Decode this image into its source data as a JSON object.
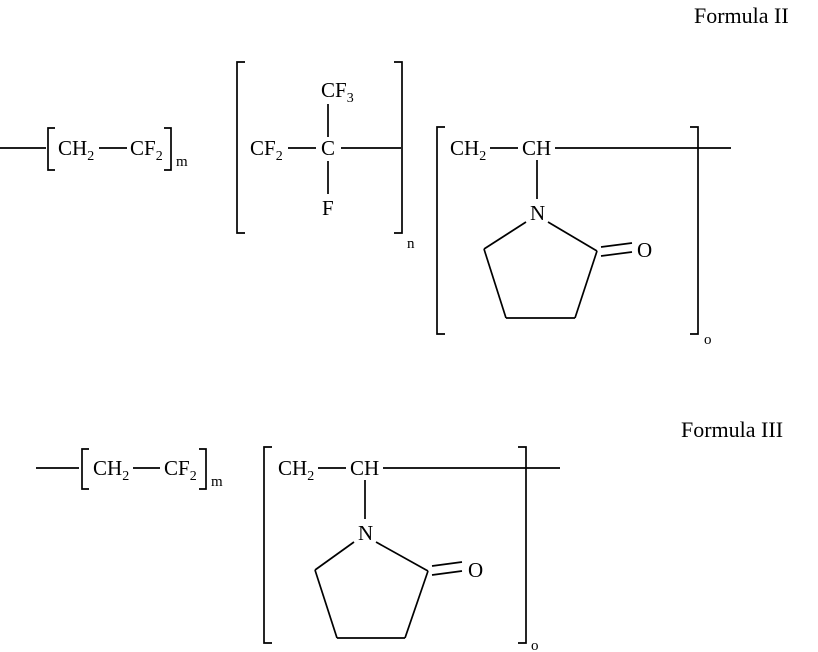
{
  "colors": {
    "ink": "#000000",
    "background": "#ffffff"
  },
  "formula2": {
    "title": "Formula II",
    "unit1": {
      "g1": "CH",
      "g1sub": "2",
      "g2": "CF",
      "g2sub": "2",
      "repeat": "m"
    },
    "unit2": {
      "g1": "CF",
      "g1sub": "2",
      "g2": "C",
      "branch_top": "CF",
      "branch_top_sub": "3",
      "branch_bottom": "F",
      "repeat": "n"
    },
    "unit3": {
      "g1": "CH",
      "g1sub": "2",
      "g2": "CH",
      "ring_n": "N",
      "ring_o": "O",
      "repeat": "o"
    }
  },
  "formula3": {
    "title": "Formula III",
    "unit1": {
      "g1": "CH",
      "g1sub": "2",
      "g2": "CF",
      "g2sub": "2",
      "repeat": "m"
    },
    "unit2": {
      "g1": "CH",
      "g1sub": "2",
      "g2": "CH",
      "ring_n": "N",
      "ring_o": "O",
      "repeat": "o"
    }
  }
}
